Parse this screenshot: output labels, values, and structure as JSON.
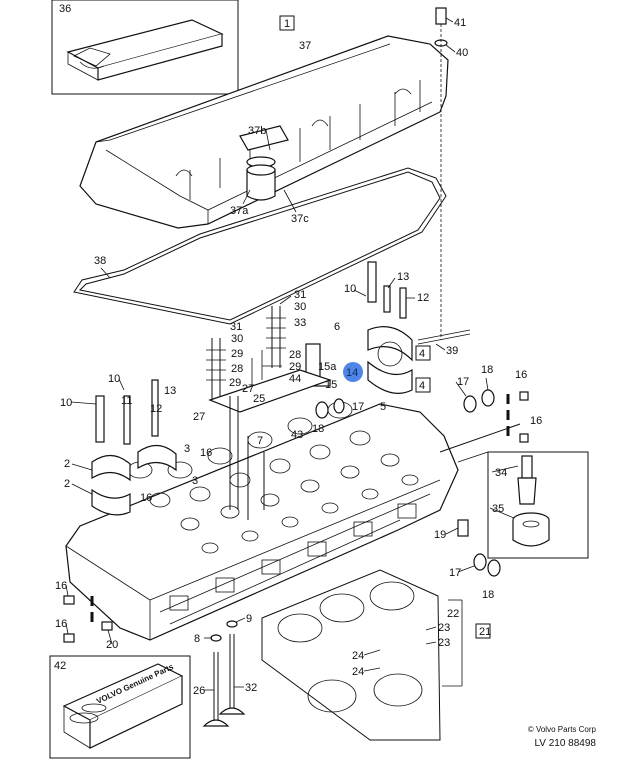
{
  "labels": {
    "l36": "36",
    "l1": "1",
    "l41": "41",
    "l40": "40",
    "l37": "37",
    "l37b": "37b",
    "l37a": "37a",
    "l37c": "37c",
    "l38": "38",
    "l31a": "31",
    "l30a": "30",
    "l33": "33",
    "l31b": "31",
    "l30b": "30",
    "l29a": "29",
    "l28a": "28",
    "l29b": "29",
    "l27a": "27",
    "l25": "25",
    "l28b": "28",
    "l29c": "29",
    "l44": "44",
    "l15a": "15a",
    "l15": "15",
    "l6": "6",
    "l10a": "10",
    "l13a": "13",
    "l12": "12",
    "l39": "39",
    "l4a": "4",
    "l4b": "4",
    "l14": "14",
    "l5": "5",
    "l17a": "17",
    "l18a": "18",
    "l16a": "16",
    "l16b": "16",
    "l10b": "10",
    "l13b": "13",
    "l10c": "10",
    "l11": "11",
    "l12b": "12",
    "l27b": "27",
    "l7": "7",
    "l43": "43",
    "l18b": "18",
    "l17b": "17",
    "l3a": "3",
    "l3b": "3",
    "l16c": "16",
    "l2a": "2",
    "l2b": "2",
    "l16d": "16",
    "l34": "34",
    "l35": "35",
    "l19": "19",
    "l17c": "17",
    "l18c": "18",
    "l22": "22",
    "l16e": "16",
    "l16f": "16",
    "l20": "20",
    "l9": "9",
    "l8": "8",
    "l23a": "23",
    "l23b": "23",
    "l21": "21",
    "l24a": "24",
    "l24b": "24",
    "l26": "26",
    "l32": "32",
    "l42": "42"
  },
  "kit36_text": "",
  "kit42_text": "VOLVO Genuine Parts",
  "highlight_color": "#4f86e6",
  "credit": {
    "line1": "© Volvo Parts Corp",
    "line2": "LV 210 88498"
  }
}
